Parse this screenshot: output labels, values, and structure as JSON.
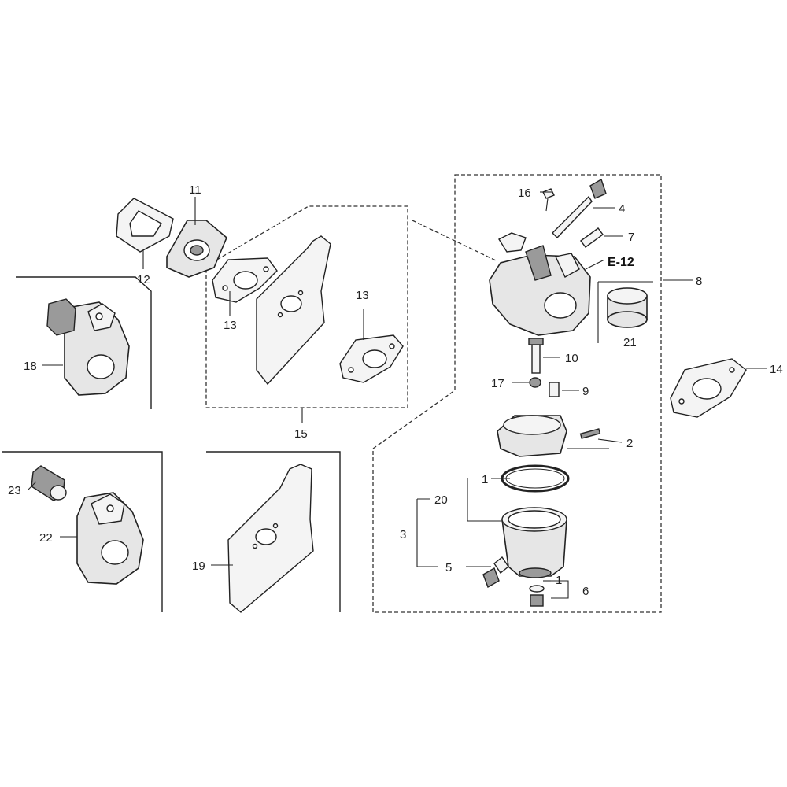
{
  "labels": {
    "l1a": "1",
    "l1b": "1",
    "l2": "2",
    "l3": "3",
    "l4": "4",
    "l5": "5",
    "l6": "6",
    "l7": "7",
    "l8": "8",
    "l9": "9",
    "l10": "10",
    "l11": "11",
    "l12": "12",
    "l13a": "13",
    "l13b": "13",
    "l14": "14",
    "l15": "15",
    "l16": "16",
    "l17": "17",
    "l18": "18",
    "l19": "19",
    "l20": "20",
    "l21": "21",
    "l22": "22",
    "l23": "23",
    "ref": "E-12"
  }
}
